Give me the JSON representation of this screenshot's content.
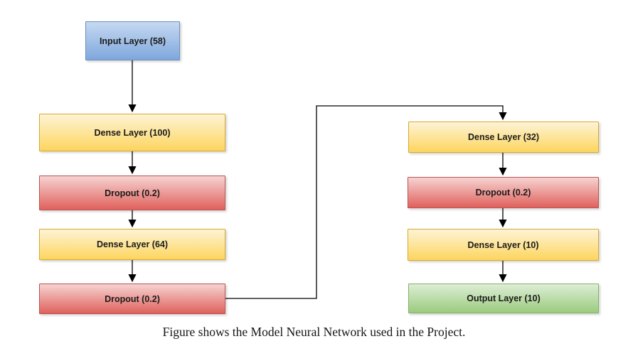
{
  "diagram": {
    "caption": "Figure shows the Model Neural Network used in the Project.",
    "nodes": [
      {
        "id": "input-layer",
        "label": "Input Layer (58)",
        "type": "input"
      },
      {
        "id": "dense-100",
        "label": "Dense Layer (100)",
        "type": "dense"
      },
      {
        "id": "dropout-1",
        "label": "Dropout (0.2)",
        "type": "dropout"
      },
      {
        "id": "dense-64",
        "label": "Dense Layer (64)",
        "type": "dense"
      },
      {
        "id": "dropout-2",
        "label": "Dropout (0.2)",
        "type": "dropout"
      },
      {
        "id": "dense-32",
        "label": "Dense Layer (32)",
        "type": "dense"
      },
      {
        "id": "dropout-3",
        "label": "Dropout (0.2)",
        "type": "dropout"
      },
      {
        "id": "dense-10",
        "label": "Dense Layer (10)",
        "type": "dense"
      },
      {
        "id": "output-layer",
        "label": "Output Layer (10)",
        "type": "output"
      }
    ],
    "colors": {
      "blue_fill_top": "#c6d9f1",
      "blue_fill_bottom": "#7fa7dd",
      "blue_border": "#6c8ebf",
      "yellow_fill_top": "#fdf4d6",
      "yellow_fill_bottom": "#fdd55e",
      "yellow_border": "#d6a92f",
      "red_fill_top": "#f6d3d1",
      "red_fill_bottom": "#e0615c",
      "red_border": "#b85450",
      "green_fill_top": "#ddeed5",
      "green_fill_bottom": "#9bcb7e",
      "green_border": "#82b366",
      "edge_line": "#000000"
    }
  }
}
